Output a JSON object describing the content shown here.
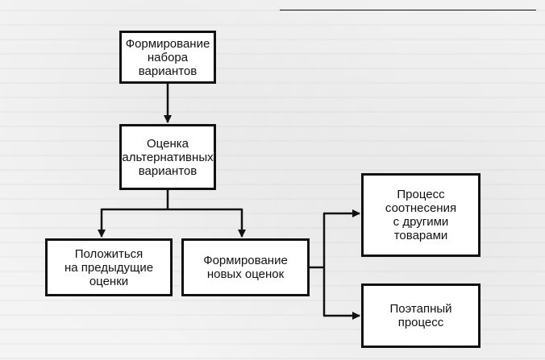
{
  "diagram": {
    "nodes": {
      "forming_options": "Формирование\nнабора\nвариантов",
      "evaluation": "Оценка\nальтернативных\nвариантов",
      "rely_previous": "Положиться\nна предыдущие\nоценки",
      "forming_new": "Формирование\nновых оценок",
      "comparison": "Процесс\nсоотнесения\nс другими\nтоварами",
      "stepwise": "Поэтапный\nпроцесс"
    },
    "edges": [
      {
        "from": "forming_options",
        "to": "evaluation"
      },
      {
        "from": "evaluation",
        "to": "rely_previous"
      },
      {
        "from": "evaluation",
        "to": "forming_new"
      },
      {
        "from": "forming_new",
        "to": "comparison"
      },
      {
        "from": "forming_new",
        "to": "stepwise"
      }
    ]
  },
  "colors": {
    "line": "#111111",
    "box_fill": "#ffffff",
    "page": "#f4f4f4"
  }
}
